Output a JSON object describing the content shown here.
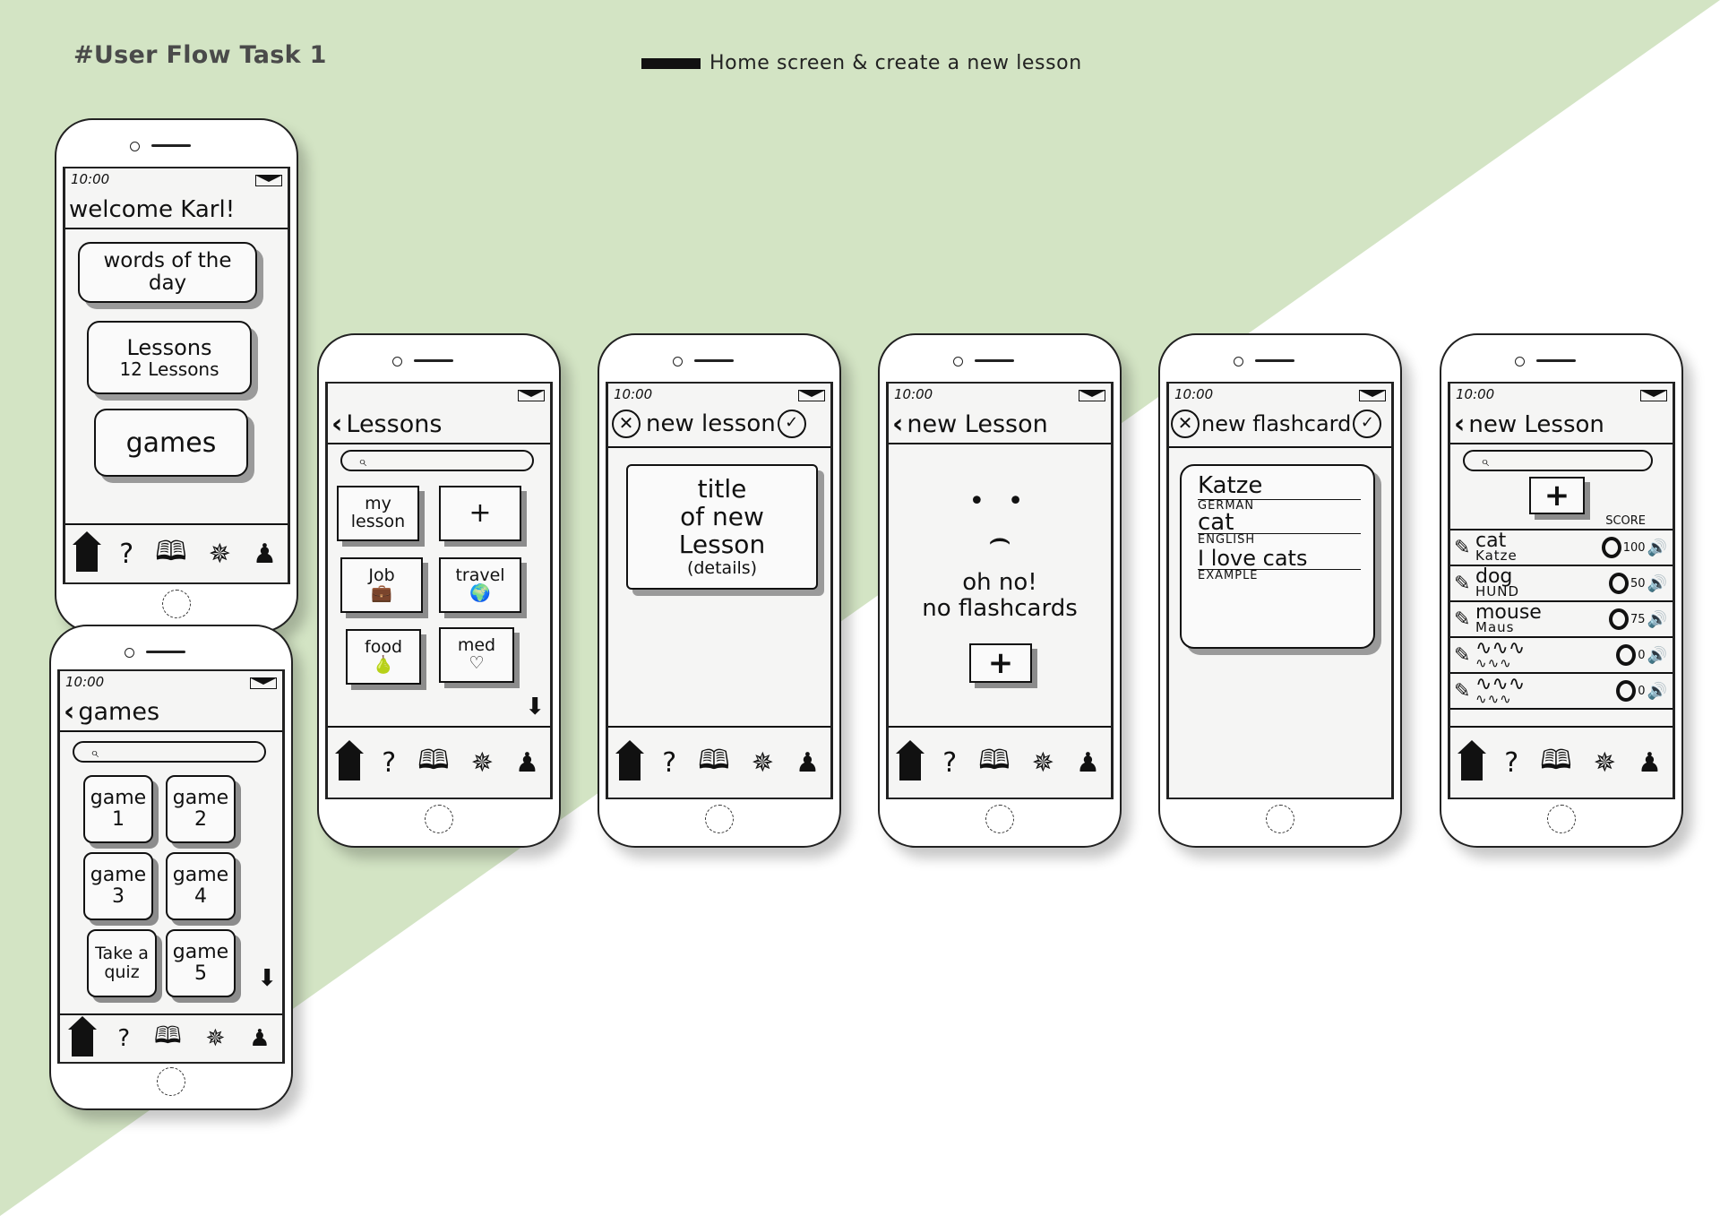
{
  "sheet": {
    "title": "#User Flow Task 1",
    "legend_label": "Home screen & create a new lesson",
    "colors": {
      "background_green": "#d3e4c4",
      "background_white": "#ffffff",
      "ink": "#111111"
    }
  },
  "common": {
    "time": "10:00",
    "nav_icons": [
      "home-icon",
      "question-icon",
      "book-icon",
      "star-burst-icon",
      "person-icon"
    ]
  },
  "home": {
    "greeting": "welcome Karl!",
    "words_card_line1": "words of the",
    "words_card_line2": "day",
    "lessons_card_title": "Lessons",
    "lessons_card_count": "12 Lessons",
    "games_card": "games"
  },
  "games": {
    "title": "games",
    "tiles": [
      {
        "line1": "game",
        "line2": "1"
      },
      {
        "line1": "game",
        "line2": "2"
      },
      {
        "line1": "game",
        "line2": "3"
      },
      {
        "line1": "game",
        "line2": "4"
      },
      {
        "line1": "Take a",
        "line2": "quiz"
      },
      {
        "line1": "game",
        "line2": "5"
      }
    ]
  },
  "lessons": {
    "title": "Lessons",
    "tiles": [
      {
        "line1": "my",
        "line2": "lesson"
      },
      {
        "line1": "+",
        "line2": ""
      },
      {
        "line1": "Job",
        "line2": "💼"
      },
      {
        "line1": "travel",
        "line2": "🌍"
      },
      {
        "line1": "food",
        "line2": "🍐"
      },
      {
        "line1": "med",
        "line2": "♡"
      }
    ]
  },
  "new_lesson_form": {
    "title": "new lesson",
    "card_line1": "title",
    "card_line2": "of new",
    "card_line3": "Lesson",
    "card_line4": "(details)"
  },
  "empty_lesson": {
    "title": "new Lesson",
    "face": "• •",
    "mouth": "⌢",
    "message_line1": "oh no!",
    "message_line2": "no flashcards",
    "plus": "+"
  },
  "new_flashcard": {
    "title": "new flashcard",
    "word": "Katze",
    "word_language": "GERMAN",
    "translation": "cat",
    "translation_language": "ENGLISH",
    "example": "I love cats",
    "example_label": "EXAMPLE"
  },
  "lesson_list": {
    "title": "new Lesson",
    "plus": "+",
    "score_header": "SCORE",
    "rows": [
      {
        "word": "cat",
        "translation": "Katze",
        "score": "100"
      },
      {
        "word": "dog",
        "translation": "HUND",
        "score": "50"
      },
      {
        "word": "mouse",
        "translation": "Maus",
        "score": "75"
      },
      {
        "word": "∿∿∿",
        "translation": "∿∿∿",
        "score": "0"
      },
      {
        "word": "∿∿∿",
        "translation": "∿∿∿",
        "score": "0"
      }
    ]
  }
}
